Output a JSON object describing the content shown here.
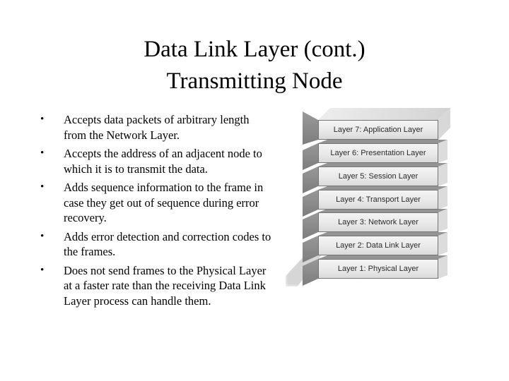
{
  "slide": {
    "title": {
      "line1": "Data Link Layer (cont.)",
      "line2": "Transmitting Node"
    },
    "bullet_marker": "•",
    "bullets": [
      {
        "text": "Accepts data packets of arbitrary length\nfrom the Network Layer."
      },
      {
        "text": "Accepts the address of an adjacent node to\nwhich it is to transmit the data."
      },
      {
        "text": "Adds sequence information to the frame in\ncase they get out of sequence during error\nrecovery."
      },
      {
        "text": "Adds error detection and correction codes to\nthe frames."
      },
      {
        "text": "Does not send frames to the Physical Layer\nat a faster rate than the receiving Data Link\nLayer process can handle them."
      }
    ]
  },
  "osi_stack": {
    "layers": [
      {
        "label": "Layer 7: Application Layer"
      },
      {
        "label": "Layer 6: Presentation Layer"
      },
      {
        "label": "Layer 5: Session Layer"
      },
      {
        "label": "Layer 4: Transport Layer"
      },
      {
        "label": "Layer 3: Network Layer"
      },
      {
        "label": "Layer 2: Data Link Layer"
      },
      {
        "label": "Layer 1: Physical Layer"
      }
    ]
  },
  "colors": {
    "background": "#ffffff",
    "text": "#000000",
    "slab_face": "#e9e9e9",
    "slab_side_dark": "#8a8a8a",
    "slab_band": "#949494",
    "slab_top": "#d8d8d8"
  }
}
